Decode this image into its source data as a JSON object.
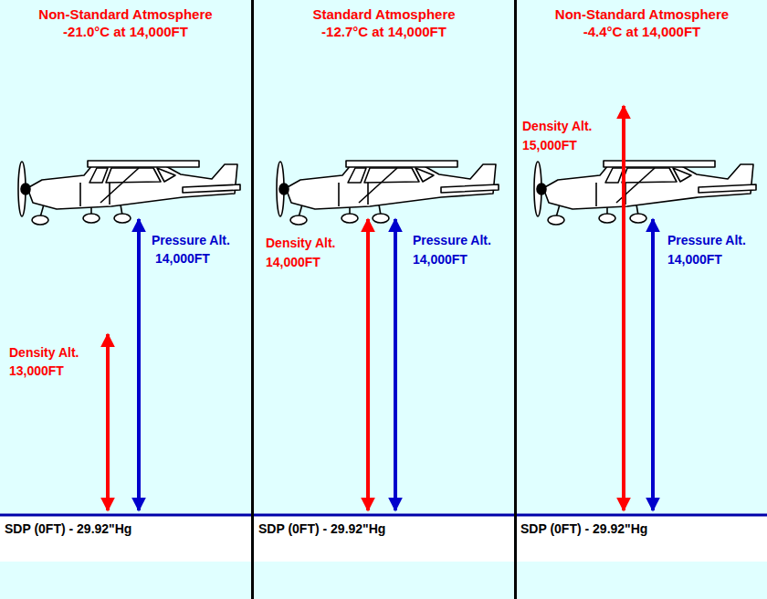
{
  "diagram": {
    "nodes": [
      {
        "text": [
          "Non-Standard Atmosphere -21.0°C at 14,000FT"
        ]
      },
      {
        "text": [
          "Standard Atmosphere -12.7°C at 14,000FT"
        ]
      },
      {
        "text": [
          "Non-Standard Atmosphere -4.4°C at 14,000FT"
        ]
      }
    ],
    "labels": [
      "Pressure Alt.",
      "14,000FT",
      "Density Alt.",
      "13,000FT",
      "Density Alt.",
      "14,000FT",
      "Pressure Alt.",
      "14,000FT",
      "Density Alt.",
      "15,000FT",
      "Pressure Alt.",
      "14,000FT",
      "SDP (0FT) - 29.92\"Hg",
      "SDP (0FT) - 29.92\"Hg",
      "SDP (0FT) - 29.92\"Hg"
    ]
  }
}
